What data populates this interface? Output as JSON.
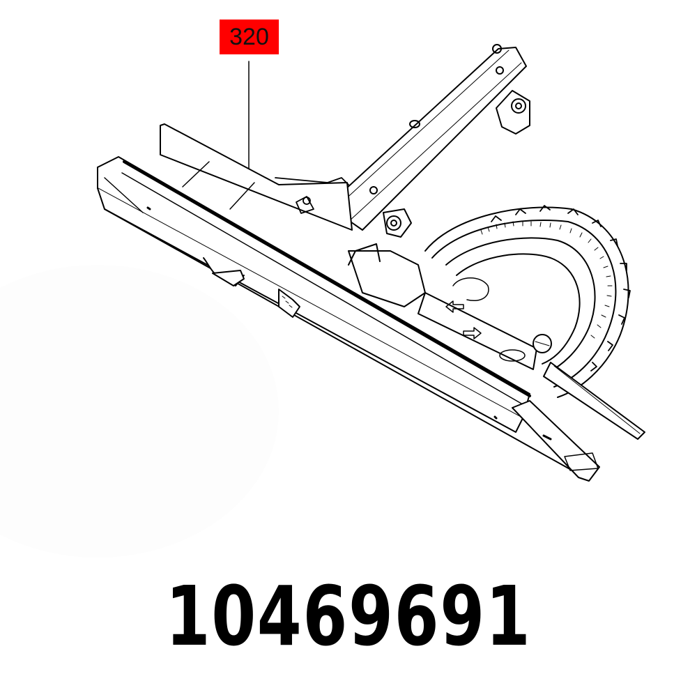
{
  "callout": {
    "label": "320",
    "background_color": "#ff0000",
    "text_color": "#111111"
  },
  "drawing": {
    "subject": "miter-fence-protractor-assembly",
    "style": "black line-art",
    "line_color": "#000000"
  },
  "part_number": "10469691"
}
